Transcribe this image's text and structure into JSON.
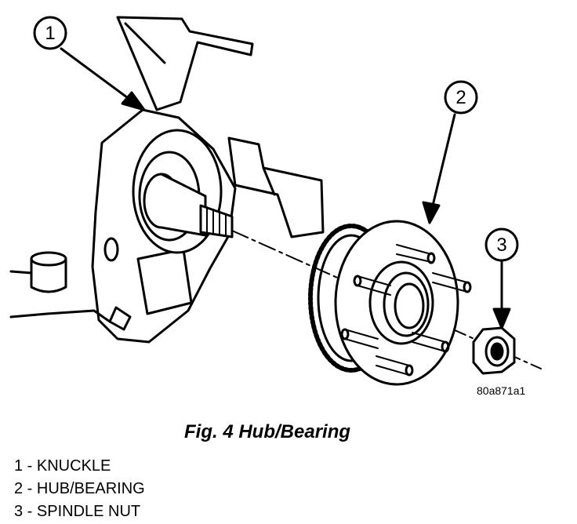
{
  "figure": {
    "callouts": [
      {
        "number": "1"
      },
      {
        "number": "2"
      },
      {
        "number": "3"
      }
    ],
    "code": "80a871a1",
    "caption": "Fig. 4 Hub/Bearing"
  },
  "legend": [
    {
      "text": "1 - KNUCKLE"
    },
    {
      "text": "2 - HUB/BEARING"
    },
    {
      "text": "3 - SPINDLE NUT"
    }
  ]
}
